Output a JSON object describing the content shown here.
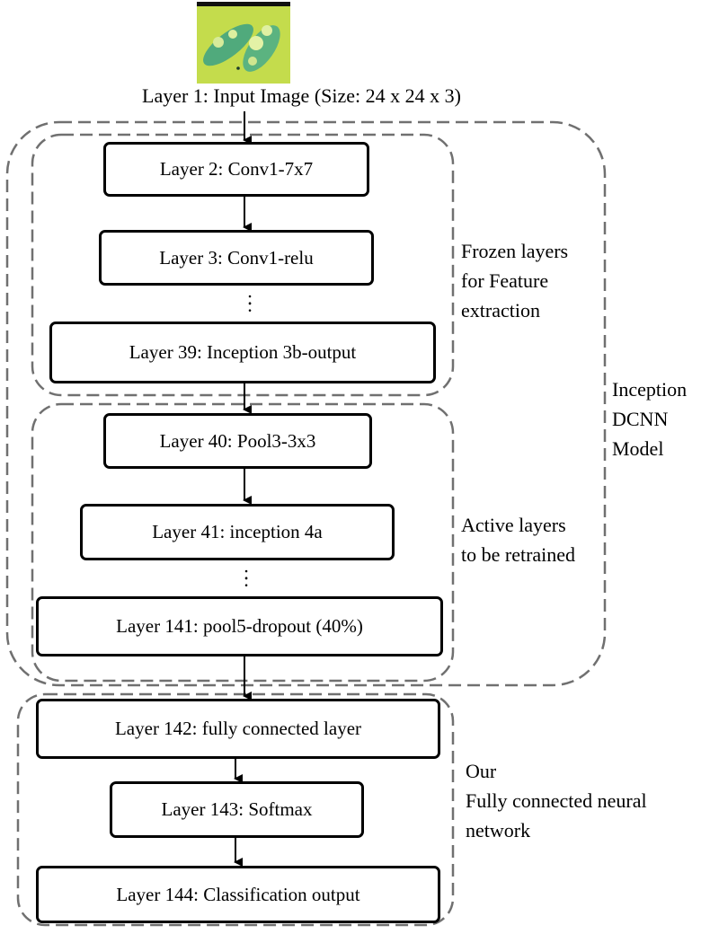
{
  "input": {
    "label": "Layer 1: Input Image (Size: 24 x 24 x 3)"
  },
  "layers": {
    "l2": "Layer 2: Conv1-7x7",
    "l3": "Layer 3: Conv1-relu",
    "l39": "Layer 39: Inception 3b-output",
    "l40": "Layer 40: Pool3-3x3",
    "l41": "Layer 41: inception 4a",
    "l141": "Layer 141: pool5-dropout (40%)",
    "l142": "Layer 142: fully connected layer",
    "l143": "Layer 143: Softmax",
    "l144": "Layer 144: Classification output"
  },
  "groups": {
    "frozen": [
      "Frozen layers",
      "for Feature",
      "extraction"
    ],
    "active": [
      "Active layers",
      "to be retrained"
    ],
    "inception": [
      "Inception",
      "DCNN",
      "Model"
    ],
    "fc": [
      "Our",
      "Fully connected neural",
      "network"
    ]
  },
  "ellipsis": ":",
  "colors": {
    "dashed_border": "#707070",
    "box_border": "#000000",
    "image_background": "#c8e04a",
    "cell_color": "#4fae7e"
  }
}
